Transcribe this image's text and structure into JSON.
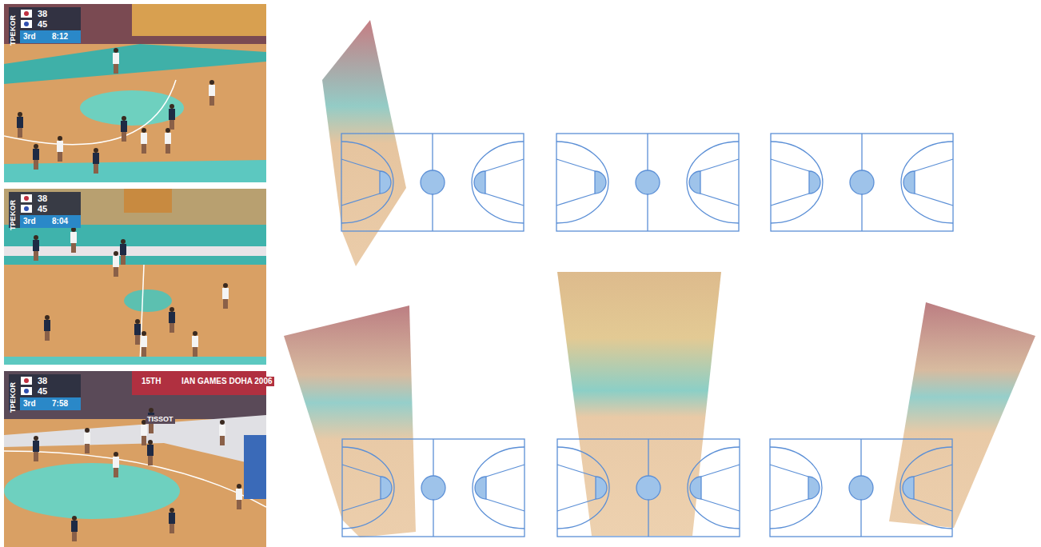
{
  "diagram": {
    "labels": [
      "TPE",
      "KOR",
      "38",
      "45",
      "3rd",
      "8:12",
      "TPE",
      "KOR",
      "38",
      "45",
      "3rd",
      "8:04",
      "TPE",
      "KOR",
      "38",
      "45",
      "3rd",
      "7:58",
      "15TH",
      "IAN GAMES DOHA 2006",
      "TISSOT"
    ]
  }
}
